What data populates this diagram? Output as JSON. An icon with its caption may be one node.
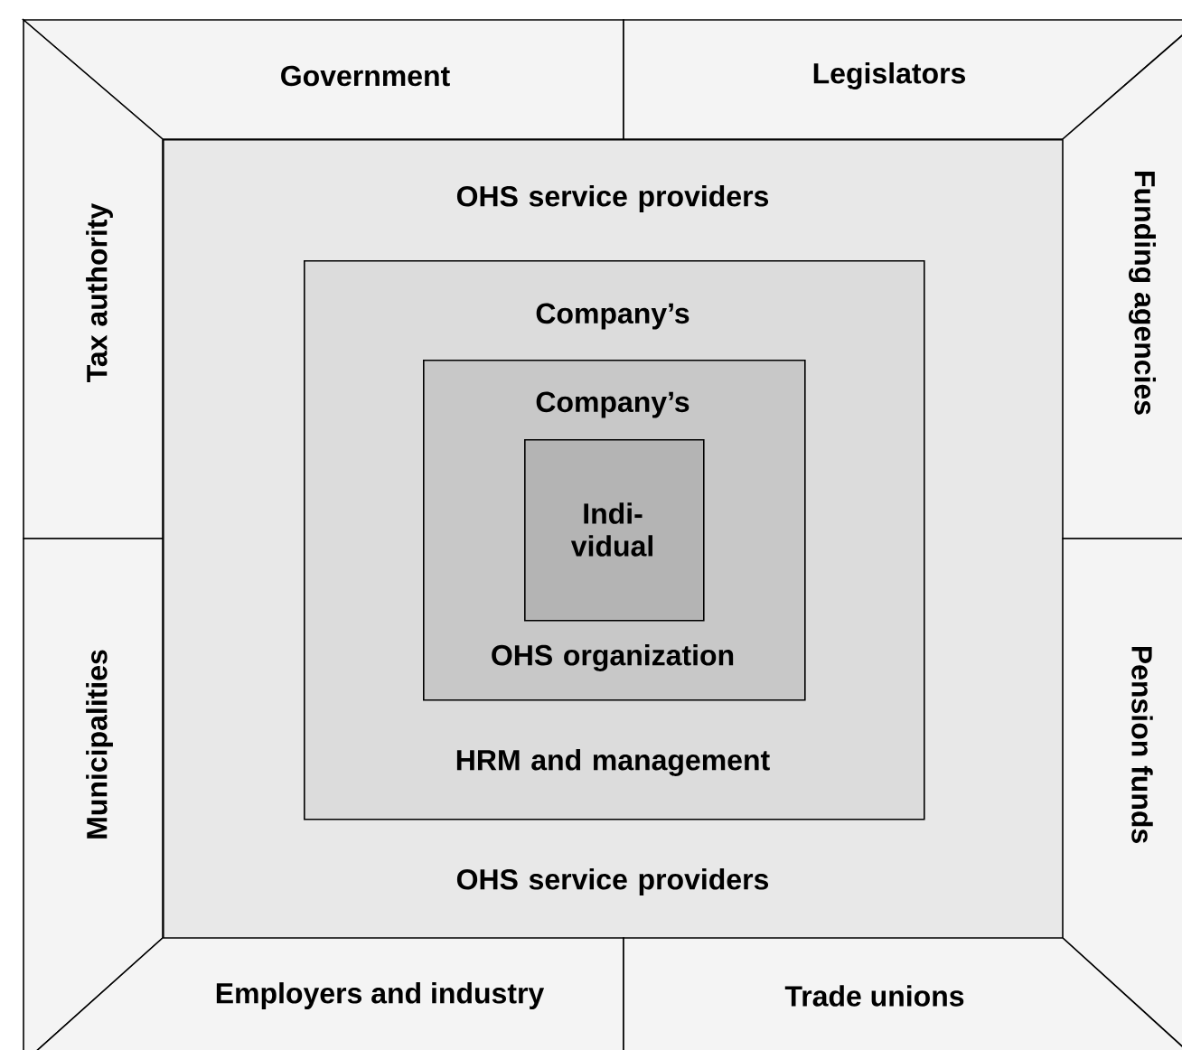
{
  "diagram": {
    "nodes": [
      {
        "text": [
          "Government"
        ]
      },
      {
        "text": [
          "Legislators"
        ]
      },
      {
        "text": [
          "Tax authority"
        ]
      },
      {
        "text": [
          "OHS service providers",
          "OHS service providers"
        ]
      },
      {
        "text": [
          "Funding agencies"
        ]
      },
      {
        "text": [
          "Company’s",
          "HRM and management"
        ],
        "in": 3
      },
      {
        "text": [
          "Company’s",
          "OHS organization"
        ],
        "in": 5
      },
      {
        "text": [
          "Indi- vidual"
        ],
        "in": 6
      },
      {
        "text": [
          "Municipalities"
        ]
      },
      {
        "text": [
          "Pension funds"
        ]
      },
      {
        "text": [
          "Employers and industry"
        ]
      },
      {
        "text": [
          "Trade unions"
        ]
      }
    ]
  }
}
